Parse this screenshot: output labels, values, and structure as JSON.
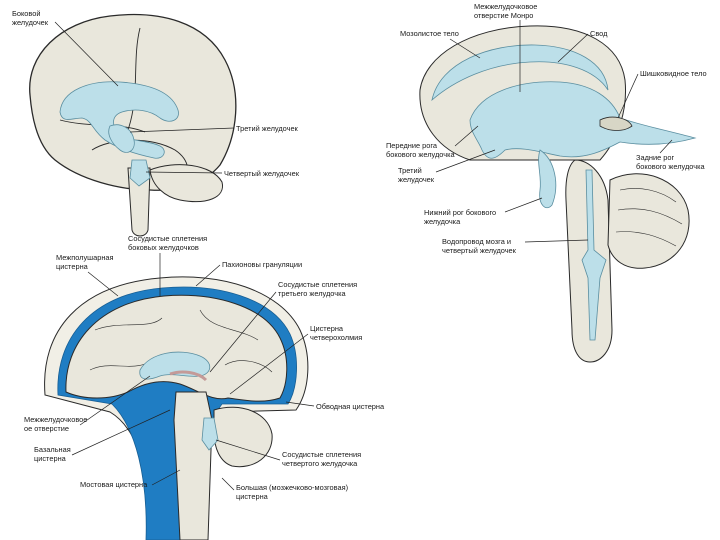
{
  "colors": {
    "tissue": "#e9e7dc",
    "ventricle": "#bcdfe9",
    "csf": "#1f7dc3",
    "outline": "#2a2a2a",
    "plexus": "#c49a98"
  },
  "fig_a": {
    "lateral_ventricle": "Боковой желудочек",
    "third_ventricle": "Третий желудочек",
    "fourth_ventricle": "Четвертый желудочек"
  },
  "fig_b": {
    "interventricular_foramen": "Межжелудочковое отверстие Монро",
    "corpus_callosum": "Мозолистое тело",
    "fornix": "Свод",
    "pineal": "Шишковидное тело",
    "anterior_horn": "Передние рога бокового желудочка",
    "posterior_horn": "Задние рог бокового желудочка",
    "third_ventricle": "Третий желудочек",
    "inferior_horn": "Нижний рог бокового желудочка",
    "aqueduct": "Водопровод мозга и четвертый желудочек"
  },
  "fig_c": {
    "choroid_lateral": "Сосудистые сплетения боковых желудочков",
    "interhemispheric": "Межполушарная цистерна",
    "granulations": "Пахионовы грануляции",
    "choroid_third": "Сосудистые сплетения третьего желудочка",
    "quadrigeminal": "Цистерна четверохолмия",
    "ambient": "Обводная цистерна",
    "interventricular": "Межжелудочковое отверстие",
    "basal": "Базальная цистерна",
    "choroid_fourth": "Сосудистые сплетения четвертого желудочка",
    "pontine": "Мостовая цистерна",
    "magna": "Большая (мозжечково-мозговая) цистерна"
  }
}
